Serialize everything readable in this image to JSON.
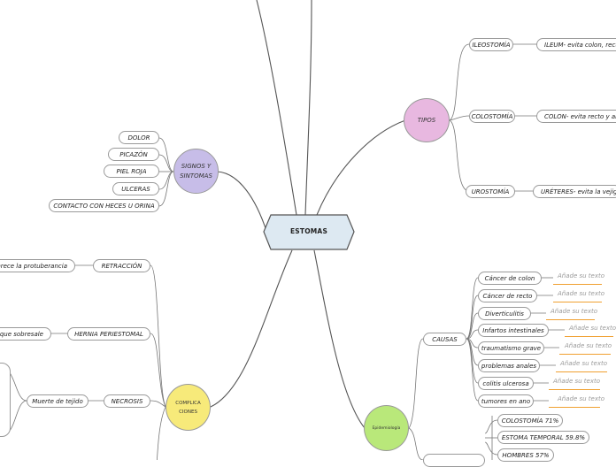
{
  "central": {
    "label": "ESTOMAS"
  },
  "tipos": {
    "label": "TIPOS",
    "items": [
      {
        "name": "ILEOSTOMÍA",
        "detail": "ILEUM- evita colon, recto y"
      },
      {
        "name": "COLOSTOMÍA",
        "detail": "COLON- evita recto y ano."
      },
      {
        "name": "UROSTOMÍA",
        "detail": "URÉTERES- evita la vejiga."
      }
    ]
  },
  "signos": {
    "label": "SIGNOS Y SINTOMAS",
    "items": [
      "DOLOR",
      "PICAZÓN",
      "PIEL ROJA",
      "ULCERAS",
      "CONTACTO CON HECES U ORINA"
    ]
  },
  "complicaciones": {
    "label": "COMPLICA CIONES",
    "items": [
      {
        "name": "RETRACCIÓN",
        "detail": "aparece la protuberancia"
      },
      {
        "name": "HERNIA PERIESTOMAL",
        "detail": "to que sobresale"
      },
      {
        "name": "NECROSIS",
        "detail": "Muerte de tejido"
      }
    ]
  },
  "epidemiologia": {
    "label": "Epidemiología",
    "causas": {
      "label": "CAUSAS",
      "placeholder": "Añade su texto",
      "items": [
        "Cáncer de colon",
        "Cáncer de recto",
        "Diverticulitis",
        "Infartos intestinales",
        "traumatismo grave",
        "problemas anales",
        "colitis ulcerosa",
        "tumores en ano"
      ]
    },
    "stats": [
      "COLOSTOMÍA 71%",
      "ESTOMA TEMPORAL 59.8%",
      "HOMBRES 57%"
    ]
  },
  "colors": {
    "central": "#dde9f2",
    "tipos": "#e8b8e0",
    "signos": "#c7bde8",
    "complicaciones": "#f7ea7a",
    "epidemiologia": "#b9e87a",
    "placeholder_underline": "#f0a030",
    "lines": "#555555"
  }
}
